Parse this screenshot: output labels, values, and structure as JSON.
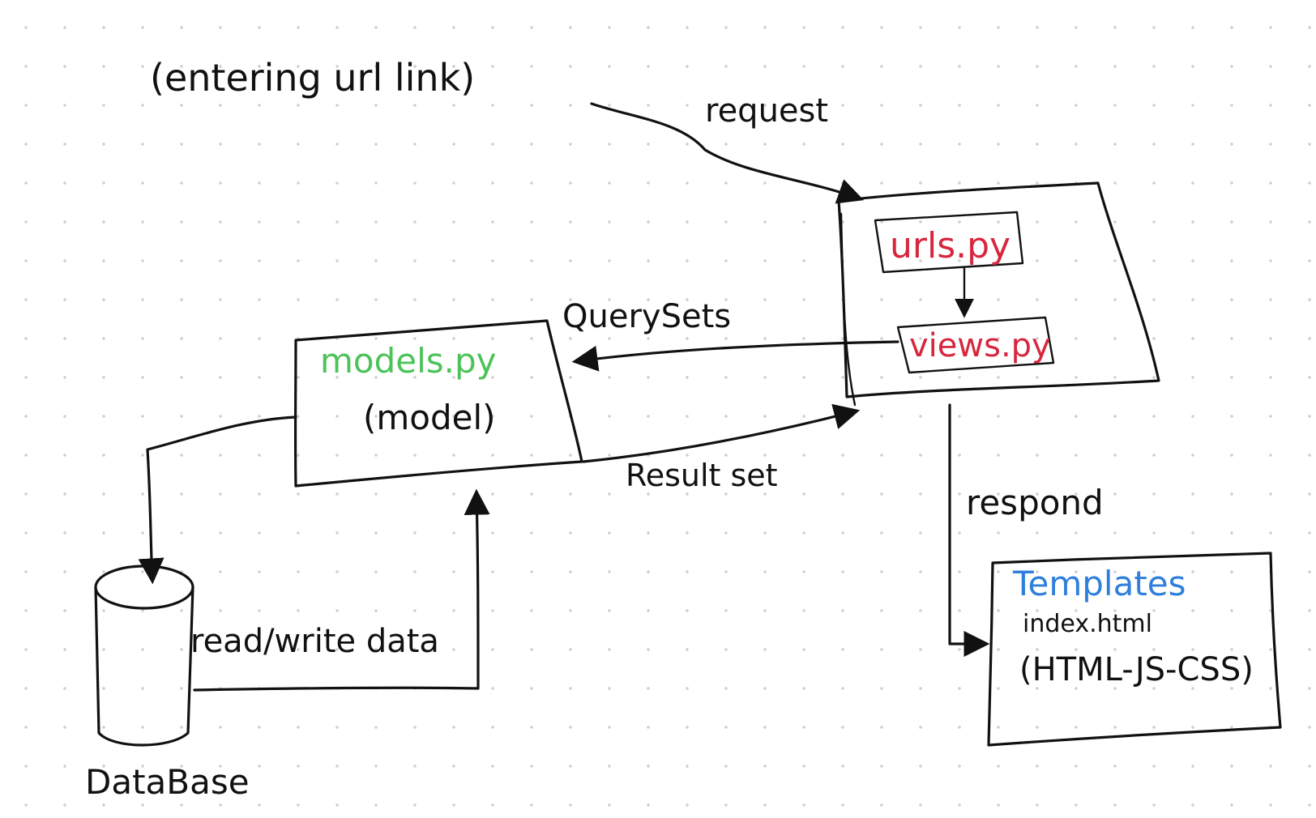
{
  "colors": {
    "ink": "#111111",
    "urls": "#d7263d",
    "views": "#d7263d",
    "models": "#4cc35a",
    "templates": "#2f7fdc"
  },
  "labels": {
    "entering_url": "(entering url link)",
    "request": "request",
    "urls": "urls.py",
    "views": "views.py",
    "models": "models.py",
    "model": "(model)",
    "query_sets": "QuerySets",
    "result_set": "Result set",
    "respond": "respond",
    "templates": "Templates",
    "index": "index.html",
    "html_js_css": "(HTML-JS-CSS)",
    "read_write": "read/write data",
    "database": "DataBase"
  }
}
